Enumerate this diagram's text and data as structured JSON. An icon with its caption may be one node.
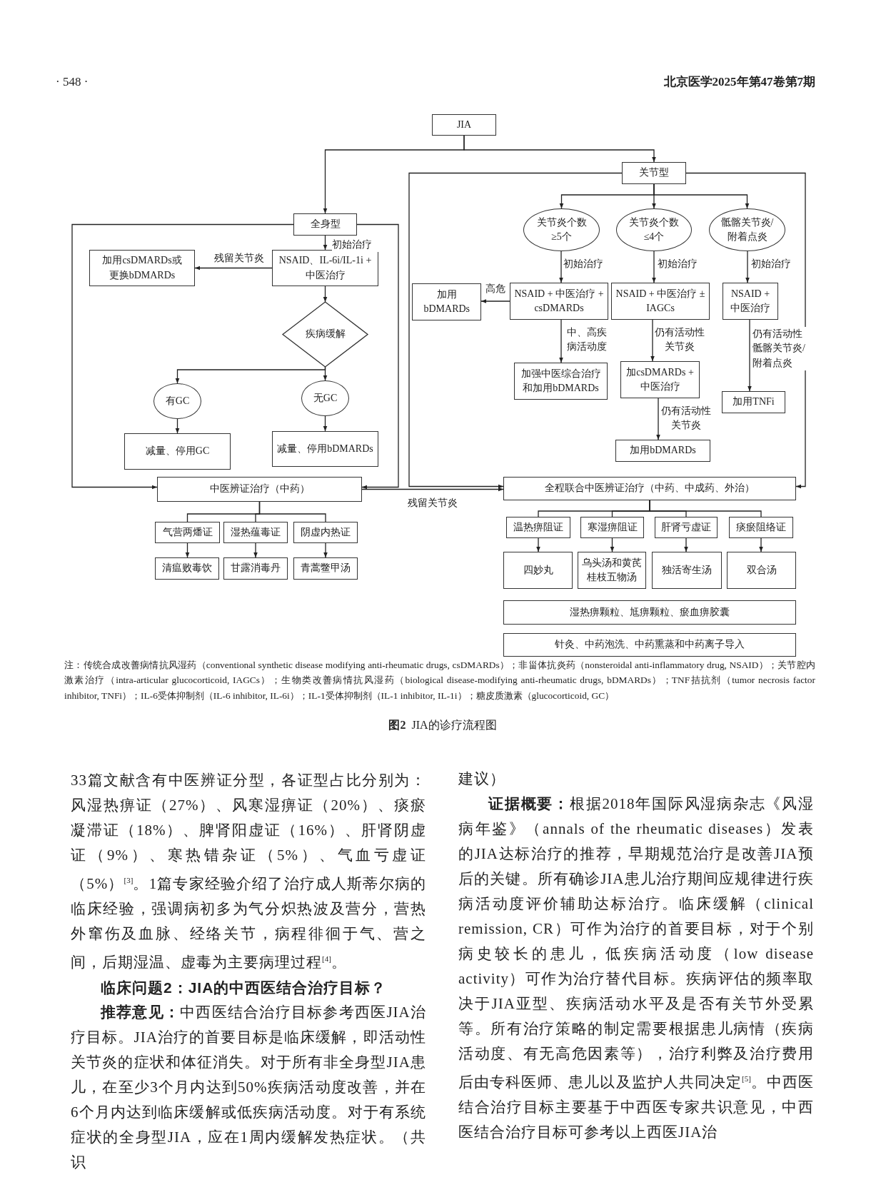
{
  "diagram": {
    "caption": "**图2**  JIA的诊疗流程图",
    "nodes": [
      {
        "text": [
          "JIA"
        ]
      },
      {
        "text": [
          "关节型"
        ]
      },
      {
        "text": [
          "全身型"
        ]
      },
      {
        "text": [
          "关节炎个数≥5个"
        ]
      },
      {
        "text": [
          "关节炎个数≤4个"
        ]
      },
      {
        "text": [
          "骶髂关节炎/附着点炎"
        ]
      },
      {
        "text": [
          "加用csDMARDs或更换bDMARDs"
        ]
      },
      {
        "text": [
          "NSAID、IL-6i/IL-1i + 中医治疗"
        ]
      },
      {
        "text": [
          "加用bDMARDs"
        ]
      },
      {
        "text": [
          "NSAID + 中医治疗 + csDMARDs"
        ]
      },
      {
        "text": [
          "NSAID + 中医治疗 ± IAGCs"
        ]
      },
      {
        "text": [
          "NSAID + 中医治疗"
        ]
      },
      {
        "text": [
          "疾病缓解"
        ]
      },
      {
        "text": [
          "有GC"
        ]
      },
      {
        "text": [
          "无GC"
        ]
      },
      {
        "text": [
          "加强中医综合治疗和加用bDMARDs"
        ]
      },
      {
        "text": [
          "加csDMARDs + 中医治疗"
        ]
      },
      {
        "text": [
          "加用TNFi"
        ]
      },
      {
        "text": [
          "减量、停用GC"
        ]
      },
      {
        "text": [
          "减量、停用bDMARDs"
        ]
      },
      {
        "text": [
          "加用bDMARDs"
        ]
      },
      {
        "text": [
          "中医辨证治疗（中药）"
        ]
      },
      {
        "text": [
          "全程联合中医辨证治疗（中药、中成药、外治）"
        ]
      },
      {
        "text": [
          "气营两燔证"
        ]
      },
      {
        "text": [
          "湿热蕴毒证"
        ]
      },
      {
        "text": [
          "阴虚内热证"
        ]
      },
      {
        "text": [
          "温热痹阻证"
        ]
      },
      {
        "text": [
          "寒湿痹阻证"
        ]
      },
      {
        "text": [
          "肝肾亏虚证"
        ]
      },
      {
        "text": [
          "痰瘀阻络证"
        ]
      },
      {
        "text": [
          "清瘟败毒饮"
        ]
      },
      {
        "text": [
          "甘露消毒丹"
        ]
      },
      {
        "text": [
          "青蒿鳖甲汤"
        ]
      },
      {
        "text": [
          "四妙丸"
        ]
      },
      {
        "text": [
          "乌头汤和黄芪桂枝五物汤"
        ]
      },
      {
        "text": [
          "独活寄生汤"
        ]
      },
      {
        "text": [
          "双合汤"
        ]
      },
      {
        "text": [
          "湿热痹颗粒、尪痹颗粒、瘀血痹胶囊"
        ]
      },
      {
        "text": [
          "针灸、中药泡洗、中药熏蒸和中药离子导入"
        ]
      }
    ],
    "edges": [
      {
        "from": 0,
        "to": 1,
        "arrow": "to"
      },
      {
        "from": 0,
        "to": 2,
        "arrow": "to"
      },
      {
        "from": 2,
        "to": 7,
        "arrow": "to",
        "label": "初始治疗"
      },
      {
        "from": 7,
        "to": 6,
        "arrow": "to",
        "label": "残留关节炎"
      },
      {
        "from": 7,
        "to": 12,
        "arrow": "to"
      },
      {
        "from": 12,
        "to": 13,
        "arrow": "to"
      },
      {
        "from": 12,
        "to": 14,
        "arrow": "to"
      },
      {
        "from": 13,
        "to": 18,
        "arrow": "to"
      },
      {
        "from": 14,
        "to": 19,
        "arrow": "to"
      },
      {
        "from": 2,
        "to": 21,
        "arrow": "to"
      },
      {
        "from": 2,
        "to": 21,
        "arrow": "to"
      },
      {
        "from": 1,
        "to": 3,
        "arrow": "to"
      },
      {
        "from": 1,
        "to": 4,
        "arrow": "to"
      },
      {
        "from": 1,
        "to": 5,
        "arrow": "to"
      },
      {
        "from": 3,
        "to": 9,
        "arrow": "to",
        "label": "初始治疗"
      },
      {
        "from": 4,
        "to": 10,
        "arrow": "to",
        "label": "初始治疗"
      },
      {
        "from": 5,
        "to": 11,
        "arrow": "to",
        "label": "初始治疗"
      },
      {
        "from": 9,
        "to": 8,
        "arrow": "to",
        "label": "高危"
      },
      {
        "from": 9,
        "to": 15,
        "arrow": "to",
        "label": "中、高疾病活动度"
      },
      {
        "from": 10,
        "to": 16,
        "arrow": "to",
        "label": "仍有活动性关节炎"
      },
      {
        "from": 16,
        "to": 20,
        "arrow": "to",
        "label": "仍有活动性关节炎"
      },
      {
        "from": 11,
        "to": 17,
        "arrow": "to",
        "label": "仍有活动性骶髂关节炎/附着点炎"
      },
      {
        "from": 1,
        "to": 22,
        "arrow": "to"
      },
      {
        "from": 1,
        "to": 22,
        "arrow": "to"
      },
      {
        "from": 21,
        "to": 22,
        "arrow": "to",
        "label": "残留关节炎"
      },
      {
        "from": 21,
        "to": 23,
        "arrow": "none"
      },
      {
        "from": 21,
        "to": 24,
        "arrow": "none"
      },
      {
        "from": 21,
        "to": 25,
        "arrow": "none"
      },
      {
        "from": 22,
        "to": 26,
        "arrow": "none"
      },
      {
        "from": 22,
        "to": 27,
        "arrow": "none"
      },
      {
        "from": 22,
        "to": 28,
        "arrow": "none"
      },
      {
        "from": 22,
        "to": 29,
        "arrow": "none"
      },
      {
        "from": 23,
        "to": 30,
        "arrow": "to"
      },
      {
        "from": 24,
        "to": 31,
        "arrow": "to"
      },
      {
        "from": 25,
        "to": 32,
        "arrow": "to"
      },
      {
        "from": 26,
        "to": 33,
        "arrow": "to"
      },
      {
        "from": 27,
        "to": 34,
        "arrow": "to"
      },
      {
        "from": 28,
        "to": 35,
        "arrow": "to"
      },
      {
        "from": 29,
        "to": 36,
        "arrow": "to"
      }
    ],
    "labels": [
      "· 548 ·",
      "北京医学2025年第47卷第7期",
      "注：传统合成改善病情抗风湿药（conventional synthetic disease modifying anti-rheumatic drugs, csDMARDs）；非甾体抗炎药（nonsteroidal anti-inflammatory drug, NSAID）；关节腔内激素治疗（intra-articular glucocorticoid, IAGCs）；生物类改善病情抗风湿药（biological disease-modifying anti-rheumatic drugs, bDMARDs）；TNF拮抗剂（tumor necrosis factor inhibitor, TNFi）；IL-6受体抑制剂（IL-6 inhibitor, IL-6i）；IL-1受体抑制剂（IL-1 inhibitor, IL-1i）；糖皮质激素（glucocorticoid, GC）",
      "33篇文献含有中医辨证分型，各证型占比分别为：风湿热痹证（27%）、风寒湿痹证（20%）、痰瘀凝滞证（18%）、脾肾阳虚证（16%）、肝肾阴虚证（9%）、寒热错杂证（5%）、气血亏虚证（5%）$^{[3]}$。1篇专家经验介绍了治疗成人斯蒂尔病的临床经验，强调病初多为气分炽热波及营分，营热外窜伤及血脉、经络关节，病程徘徊于气、营之间，后期湿温、虚毒为主要病理过程$^{[4]}$。",
      "临床问题2：JIA的中西医结合治疗目标？",
      "**推荐意见：**中西医结合治疗目标参考西医JIA治疗目标。JIA治疗的首要目标是临床缓解，即活动性关节炎的症状和体征消失。对于所有非全身型JIA患儿，在至少3个月内达到50%疾病活动度改善，并在6个月内达到临床缓解或低疾病活动度。对于有系统症状的全身型JIA，应在1周内缓解发热症状。（共识",
      "建议）",
      "**证据概要：**根据2018年国际风湿病杂志《风湿病年鉴》（annals of the rheumatic diseases）发表的JIA达标治疗的推荐，早期规范治疗是改善JIA预后的关键。所有确诊JIA患儿治疗期间应规律进行疾病活动度评价辅助达标治疗。临床缓解（clinical remission, CR）可作为治疗的首要目标，对于个别病史较长的患儿，低疾病活动度（low disease activity）可作为治疗替代目标。疾病评估的频率取决于JIA亚型、疾病活动水平及是否有关节外受累等。所有治疗策略的制定需要根据患儿病情（疾病活动度、有无高危因素等），治疗利弊及治疗费用后由专科医师、患儿以及监护人共同决定$^{[5]}$。中西医结合治疗目标主要基于中西医专家共识意见，中西医结合治疗目标可参考以上西医JIA治"
    ]
  }
}
